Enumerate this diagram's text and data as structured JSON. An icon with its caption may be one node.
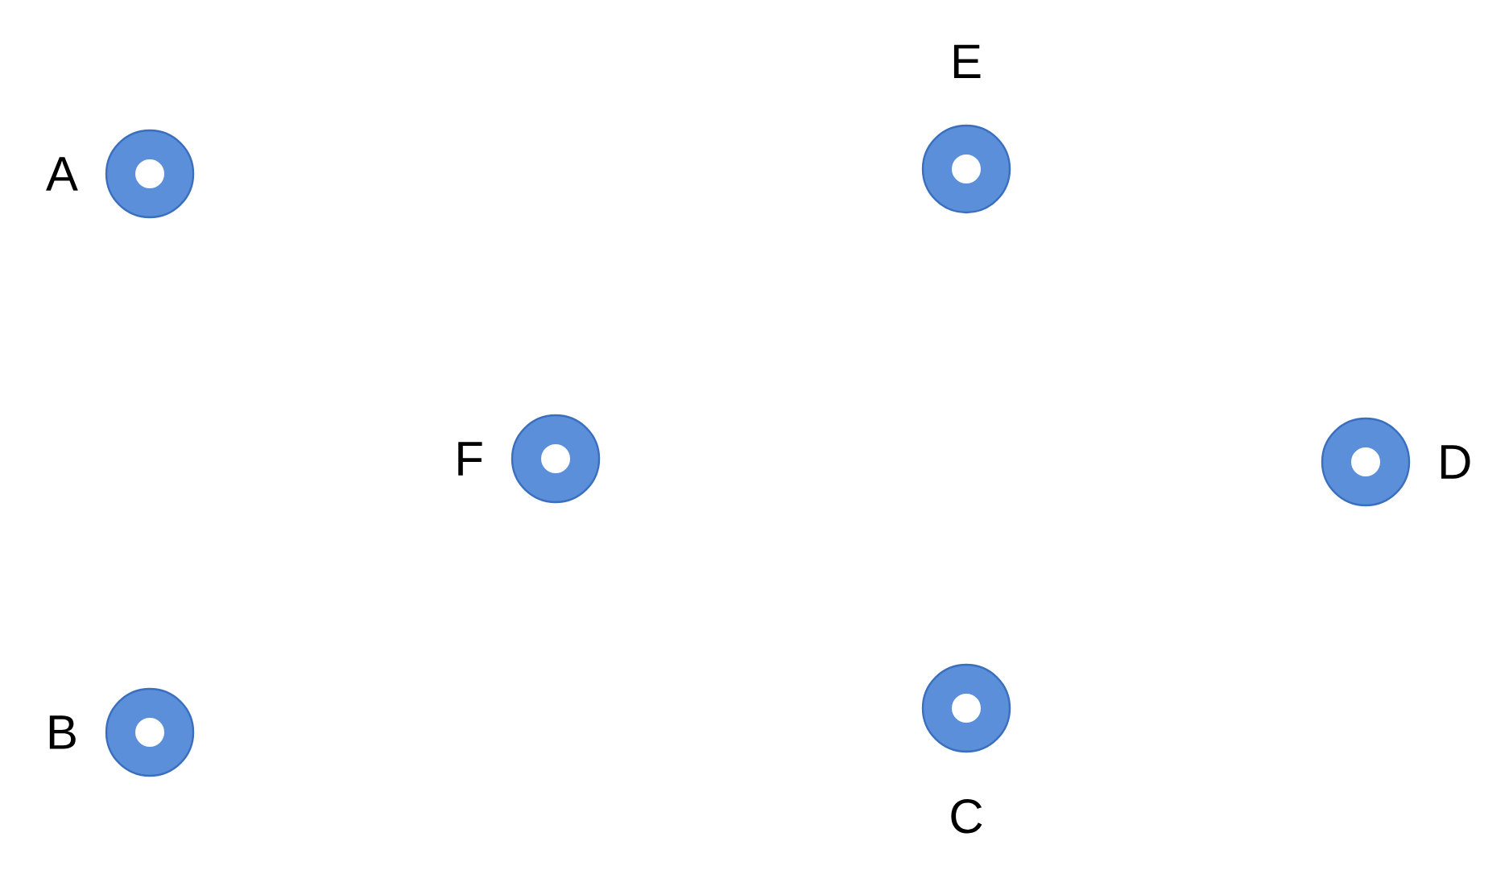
{
  "diagram": {
    "nodes": [
      {
        "text": [
          "A"
        ]
      },
      {
        "text": [
          "E"
        ]
      },
      {
        "text": [
          "F"
        ]
      },
      {
        "text": [
          "D"
        ]
      },
      {
        "text": [
          "B"
        ]
      },
      {
        "text": [
          "C"
        ]
      }
    ]
  }
}
